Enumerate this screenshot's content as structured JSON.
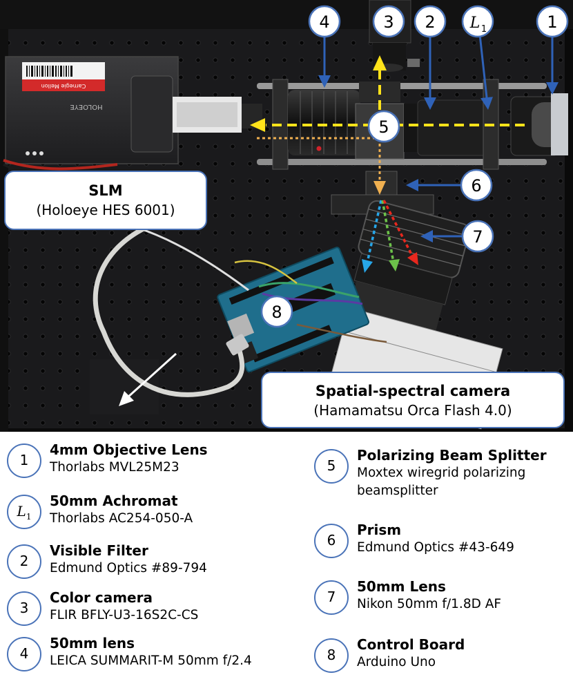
{
  "callouts": [
    {
      "id": "1",
      "label": "1"
    },
    {
      "id": "L1",
      "label": "L",
      "sub": "1"
    },
    {
      "id": "2",
      "label": "2"
    },
    {
      "id": "3",
      "label": "3"
    },
    {
      "id": "4",
      "label": "4"
    },
    {
      "id": "5",
      "label": "5"
    },
    {
      "id": "6",
      "label": "6"
    },
    {
      "id": "7",
      "label": "7"
    },
    {
      "id": "8",
      "label": "8"
    }
  ],
  "boxes": {
    "slm": {
      "title": "SLM",
      "subtitle": "(Holoeye HES 6001)"
    },
    "camera": {
      "title": "Spatial-spectral camera",
      "subtitle": "(Hamamatsu Orca Flash 4.0)"
    }
  },
  "device_labels": {
    "barcode_text": "Carnegie Mellon",
    "brand_text": "HOLOEYE"
  },
  "legend": [
    {
      "num": "1",
      "title": "4mm Objective Lens",
      "desc": "Thorlabs MVL25M23"
    },
    {
      "num": "L",
      "sub": "1",
      "title": "50mm Achromat",
      "desc": "Thorlabs AC254-050-A"
    },
    {
      "num": "2",
      "title": "Visible Filter",
      "desc": "Edmund Optics #89-794"
    },
    {
      "num": "3",
      "title": "Color camera",
      "desc": "FLIR BFLY-U3-16S2C-CS"
    },
    {
      "num": "4",
      "title": "50mm lens",
      "desc": "LEICA SUMMARIT-M 50mm f/2.4"
    },
    {
      "num": "5",
      "title": "Polarizing Beam Splitter",
      "desc": "Moxtex wiregrid polarizing",
      "desc2": "beamsplitter"
    },
    {
      "num": "6",
      "title": "Prism",
      "desc": "Edmund Optics #43-649"
    },
    {
      "num": "7",
      "title": "50mm Lens",
      "desc": "Nikon 50mm f/1.8D AF"
    },
    {
      "num": "8",
      "title": "Control Board",
      "desc": "Arduino Uno"
    }
  ],
  "colors": {
    "callout_border": "#4a73b8",
    "arrow_blue": "#2f62b8",
    "beam_yellow": "#ffe31a",
    "beam_orange": "#f0b050",
    "ray_blue": "#27a6e8",
    "ray_green": "#6cc24a",
    "ray_red": "#e8281e",
    "table": "#141414"
  }
}
